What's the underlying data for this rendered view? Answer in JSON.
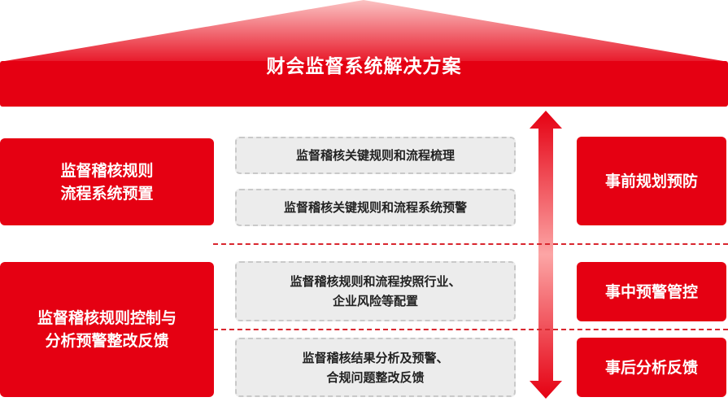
{
  "title": "财会监督系统解决方案",
  "left": [
    {
      "line1": "监督稽核规则",
      "line2": "流程系统预置"
    },
    {
      "line1": "监督稽核规则控制与",
      "line2": "分析预警整改反馈"
    }
  ],
  "middle": [
    {
      "line1": "监督稽核关键规则和流程梳理",
      "line2": ""
    },
    {
      "line1": "监督稽核关键规则和流程系统预警",
      "line2": ""
    },
    {
      "line1": "监督稽核规则和流程按照行业、",
      "line2": "企业风险等配置"
    },
    {
      "line1": "监督稽核结果分析及预警、",
      "line2": "合规问题整改反馈"
    }
  ],
  "right": [
    "事前规划预防",
    "事中预警管控",
    "事后分析反馈"
  ],
  "colors": {
    "accent": "#e50012",
    "box": "#ececec"
  }
}
